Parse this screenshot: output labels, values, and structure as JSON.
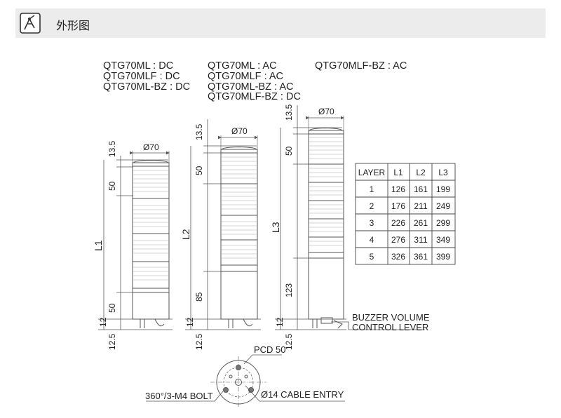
{
  "header": {
    "title": "外形图",
    "icon": "drafting-compass-icon"
  },
  "model_groups": {
    "dc": [
      "QTG70ML : DC",
      "QTG70MLF : DC",
      "QTG70ML-BZ : DC"
    ],
    "ac": [
      "QTG70ML : AC",
      "QTG70MLF : AC",
      "QTG70ML-BZ : AC",
      "QTG70MLF-BZ : DC"
    ],
    "bz_ac": [
      "QTG70MLF-BZ : AC"
    ]
  },
  "towers": {
    "t1": {
      "dia": "Ø70",
      "cap": "13.5",
      "tier": "50",
      "base": "50",
      "foot": "12",
      "bottom": "12.5",
      "len": "L1"
    },
    "t2": {
      "dia": "Ø70",
      "cap": "13.5",
      "tier": "50",
      "base": "85",
      "foot": "12",
      "bottom": "12.5",
      "len": "L2"
    },
    "t3": {
      "dia": "Ø70",
      "cap": "13.5",
      "tier": "50",
      "base": "123",
      "foot": "12",
      "bottom": "12.5",
      "len": "L3"
    }
  },
  "buzzer_label": [
    "BUZZER VOLUME",
    "CONTROL LEVER"
  ],
  "base_view": {
    "pcd": "PCD 50",
    "bolt": "360°/3-M4 BOLT",
    "cable": "Ø14 CABLE ENTRY"
  },
  "table": {
    "headers": [
      "LAYER",
      "L1",
      "L2",
      "L3"
    ],
    "rows": [
      [
        "1",
        "126",
        "161",
        "199"
      ],
      [
        "2",
        "176",
        "211",
        "249"
      ],
      [
        "3",
        "226",
        "261",
        "299"
      ],
      [
        "4",
        "276",
        "311",
        "349"
      ],
      [
        "5",
        "326",
        "361",
        "399"
      ]
    ]
  },
  "colors": {
    "line": "#555555",
    "header_bg": "#ececec",
    "text": "#222222"
  }
}
